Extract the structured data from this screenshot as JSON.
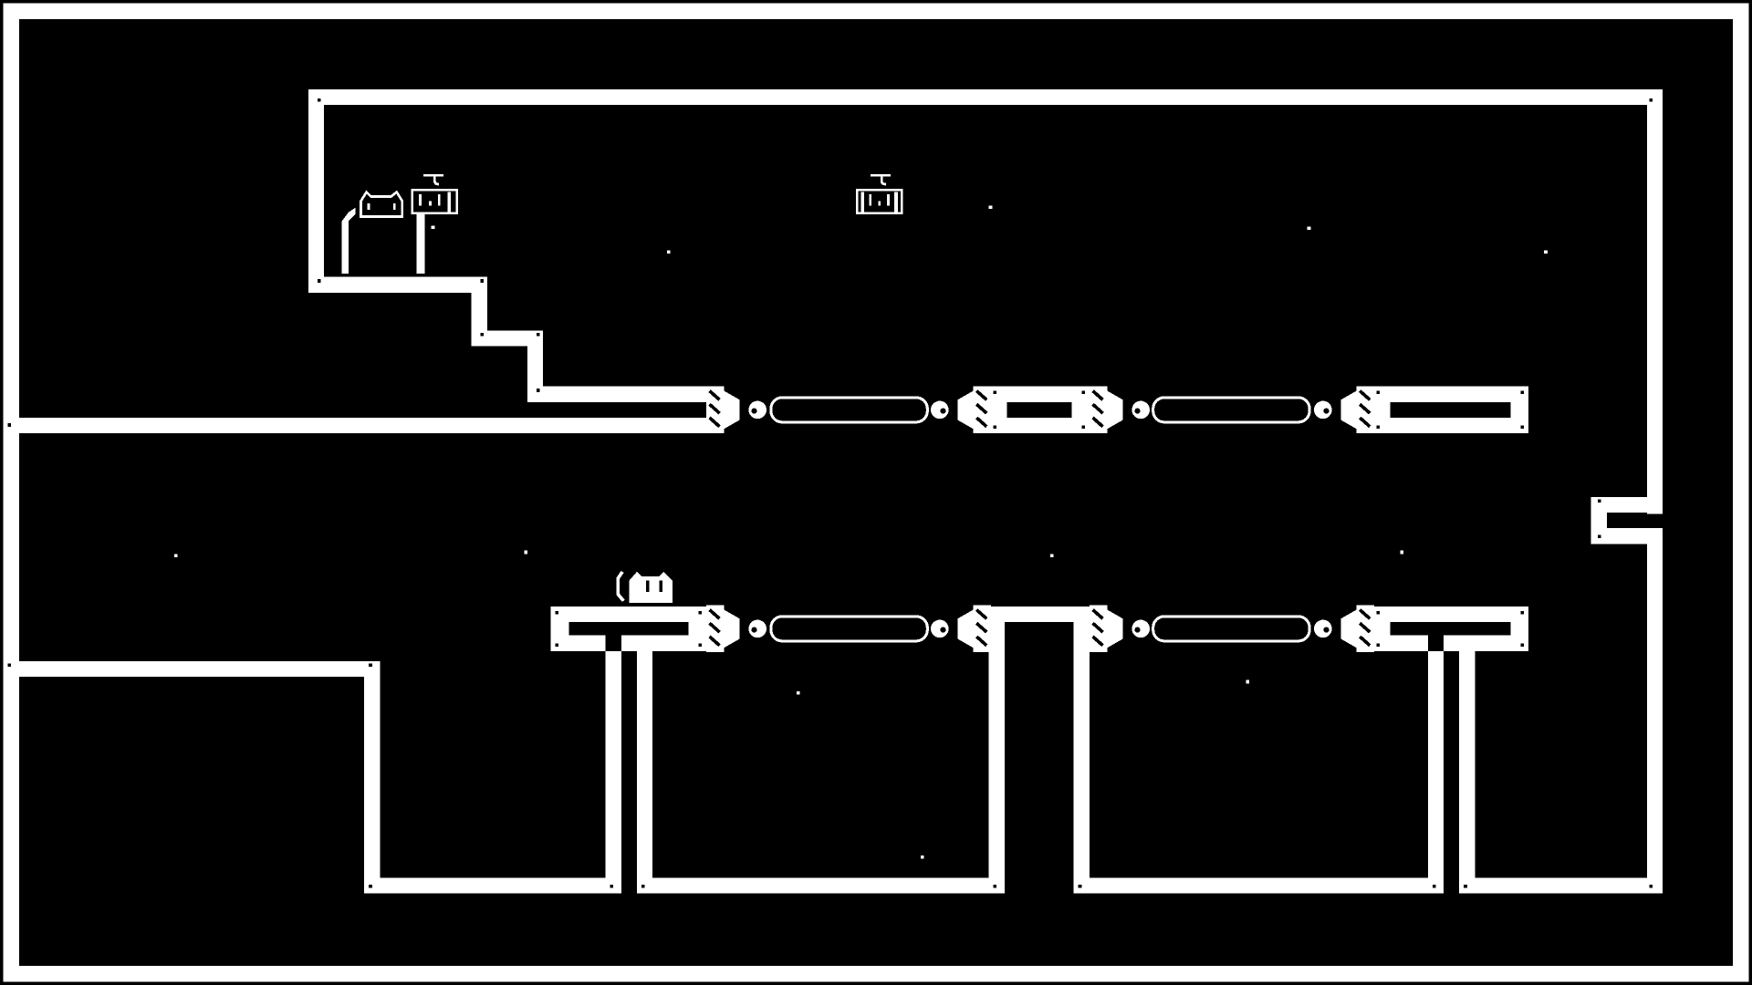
{
  "game": {
    "style": "1-bit pixel art puzzle level",
    "colors": {
      "background": "#000000",
      "foreground": "#ffffff"
    },
    "entities": [
      {
        "type": "cat",
        "state": "standing"
      },
      {
        "type": "robot-signpost"
      },
      {
        "type": "robot-floating"
      },
      {
        "type": "cat",
        "state": "crouched"
      }
    ],
    "pistons_upper_row": 4,
    "pistons_lower_row": 4,
    "bridges": 4
  }
}
